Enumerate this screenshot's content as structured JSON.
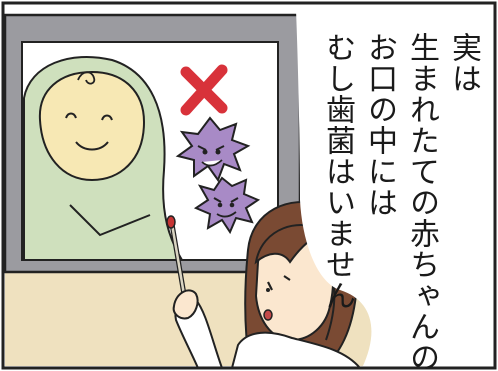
{
  "caption": {
    "lines": [
      "実は",
      "生まれたての赤ちゃんの",
      "お口の中には",
      "むし歯菌はいません"
    ]
  },
  "colors": {
    "frame_gray": "#9b9ba0",
    "wall_beige": "#efe1bf",
    "baby_green": "#cfe0bd",
    "baby_skin": "#f7e8b4",
    "germ_purple": "#a88ac6",
    "cross_red": "#d8323a",
    "hair_brown": "#7a4a33",
    "pointer_red": "#c63434"
  },
  "icons": [
    "red-cross-mark",
    "germ-character",
    "pointer-stick"
  ]
}
